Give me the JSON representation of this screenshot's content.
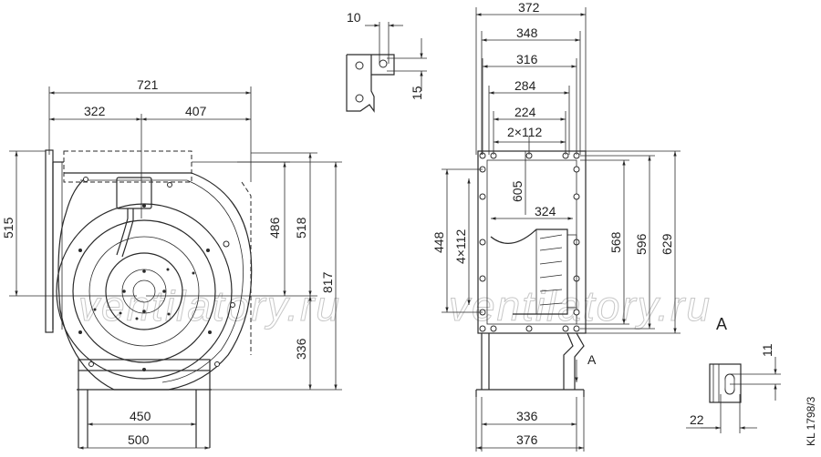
{
  "drawing_id": "KL 1798/3",
  "watermark": "ventilatory.ru",
  "front_view": {
    "dims": {
      "overall_width": "721",
      "left_to_axis": "322",
      "axis_to_right": "407",
      "left_height": "515",
      "inner_height": "486",
      "outer_height": "518",
      "total_height": "817",
      "lower_height": "336",
      "base_inner": "450",
      "base_outer": "500"
    }
  },
  "side_view": {
    "dims": {
      "w372": "372",
      "w348": "348",
      "w316": "316",
      "w284": "284",
      "w224": "224",
      "w2x112": "2×112",
      "h605": "605",
      "w324": "324",
      "h448": "448",
      "h4x112": "4×112",
      "h568": "568",
      "h596": "596",
      "h629": "629",
      "base_inner": "336",
      "base_outer": "376"
    },
    "view_label": "A"
  },
  "detail_top": {
    "dims": {
      "d10": "10",
      "d15": "15"
    }
  },
  "detail_a": {
    "title": "A",
    "dims": {
      "d11": "11",
      "d22": "22"
    }
  }
}
